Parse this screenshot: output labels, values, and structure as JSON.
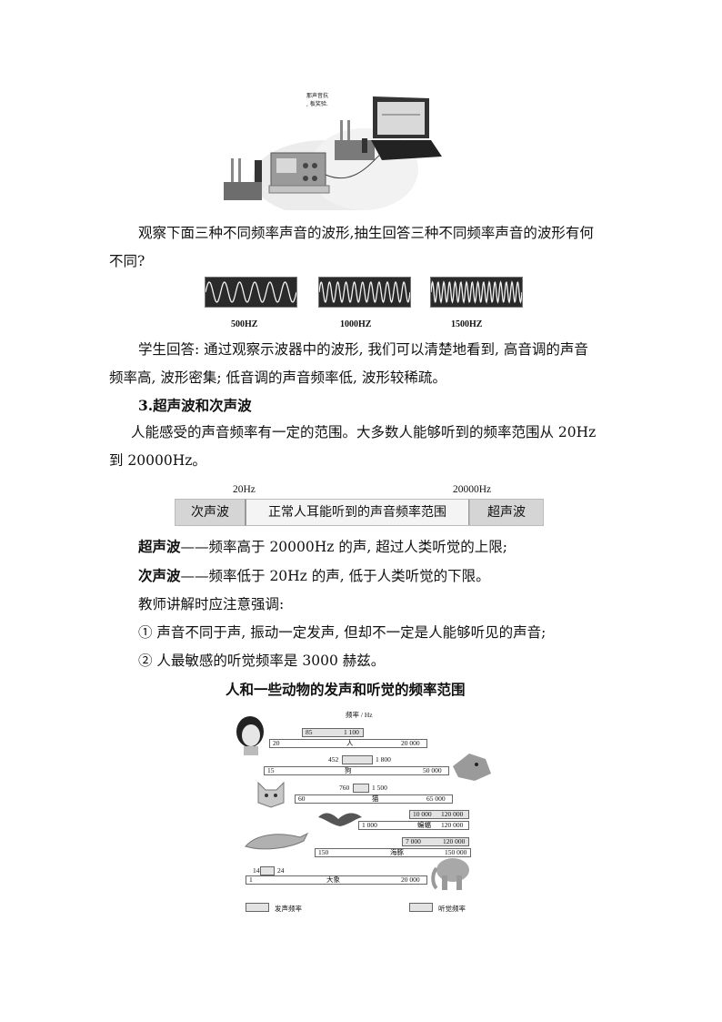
{
  "setup_image": {
    "label_line1": "那声音抗",
    "label_line2": ", 板奖验."
  },
  "p_observe_1": "观察下面三种不同频率声音的波形,抽生回答三种不同频率声音的波形有何",
  "p_observe_2": "不同?",
  "waves": [
    {
      "label": "500HZ",
      "cycles": 6
    },
    {
      "label": "1000HZ",
      "cycles": 11
    },
    {
      "label": "1500HZ",
      "cycles": 16
    }
  ],
  "p_answer_1": "学生回答: 通过观察示波器中的波形, 我们可以清楚地看到, 高音调的声音",
  "p_answer_2": "频率高, 波形密集; 低音调的声音频率低, 波形较稀疏。",
  "section_heading": "3.超声波和次声波",
  "p_range_1": "人能感受的声音频率有一定的范围。大多数人能够听到的频率范围从 20Hz",
  "p_range_2": "到 20000Hz。",
  "band": {
    "tick_low": "20Hz",
    "tick_high": "20000Hz",
    "left": "次声波",
    "middle": "正常人耳能听到的声音频率范围",
    "right": "超声波"
  },
  "def_ultra_term": "超声波",
  "def_ultra_text": "——频率高于 20000Hz 的声, 超过人类听觉的上限;",
  "def_infra_term": "次声波",
  "def_infra_text": "——频率低于 20Hz 的声, 低于人类听觉的下限。",
  "p_teacher": "教师讲解时应注意强调:",
  "point_1": "① 声音不同于声, 振动一定发声, 但却不一定是人能够听见的声音;",
  "point_2": "② 人最敏感的听觉频率是 3000 赫兹。",
  "chart_title": "人和一些动物的发声和听觉的频率范围",
  "chart_data": {
    "type": "table",
    "axis_label": "频率 / Hz",
    "rows": [
      {
        "name": "人",
        "voice": [
          "85",
          "1 100"
        ],
        "hearing": [
          "20",
          "20 000"
        ]
      },
      {
        "name": "狗",
        "voice": [
          "452",
          "1 800"
        ],
        "hearing": [
          "15",
          "50 000"
        ]
      },
      {
        "name": "猫",
        "voice": [
          "760",
          "1 500"
        ],
        "hearing": [
          "60",
          "65 000"
        ]
      },
      {
        "name": "蝙蝠",
        "voice": [
          "10 000",
          "120 000"
        ],
        "hearing": [
          "1 000",
          "120 000"
        ]
      },
      {
        "name": "海豚",
        "voice": [
          "7 000",
          "120 000"
        ],
        "hearing": [
          "150",
          "150 000"
        ]
      },
      {
        "name": "大象",
        "voice": [
          "14",
          "24"
        ],
        "hearing": [
          "1",
          "20 000"
        ]
      }
    ],
    "legend_voice": "发声频率",
    "legend_hearing": "听觉频率"
  }
}
